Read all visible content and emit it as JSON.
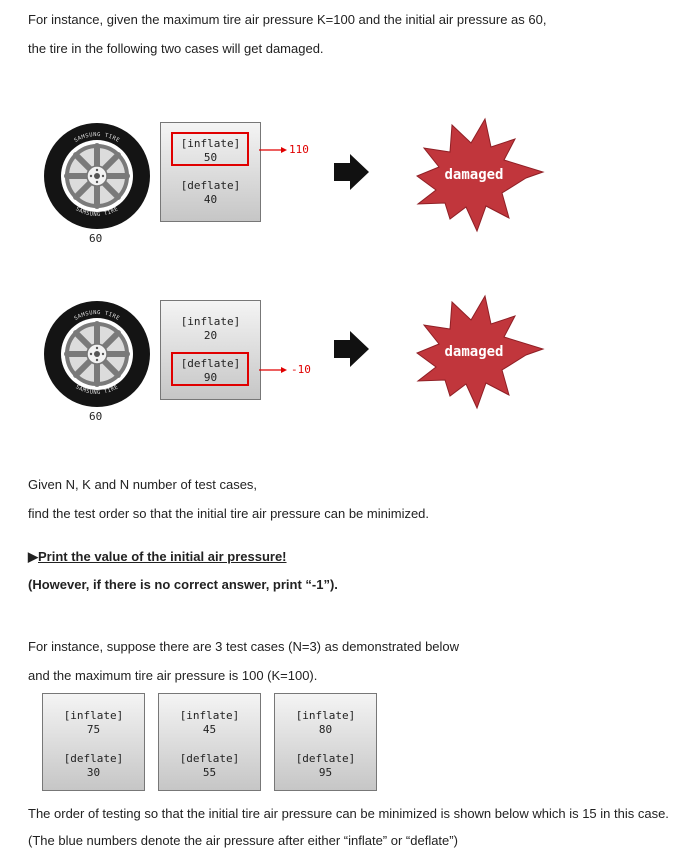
{
  "intro": {
    "line1": "For instance, given the maximum tire air pressure K=100 and the initial air pressure as 60,",
    "line2": "the tire in the following two cases will get damaged."
  },
  "tire_brand": "SAMSUNG TIRE",
  "case1": {
    "tire_value": "60",
    "inflate_label": "[inflate]",
    "inflate_value": "50",
    "deflate_label": "[deflate]",
    "deflate_value": "40",
    "result_value": "110",
    "badge": "damaged"
  },
  "case2": {
    "tire_value": "60",
    "inflate_label": "[inflate]",
    "inflate_value": "20",
    "deflate_label": "[deflate]",
    "deflate_value": "90",
    "result_value": "-10",
    "badge": "damaged"
  },
  "task": {
    "line1": "Given N, K and N number of test cases,",
    "line2": "find the test order so that the initial tire air pressure can be minimized.",
    "print_marker": "▶",
    "print_instruction": "Print the value of the initial air pressure!",
    "no_answer": "(However, if there is no correct answer, print “-1”)."
  },
  "example": {
    "line1": "For instance, suppose there are 3 test cases (N=3) as demonstrated below",
    "line2": "and the maximum tire air pressure is 100 (K=100).",
    "cards": [
      {
        "inflate_label": "[inflate]",
        "inflate_value": "75",
        "deflate_label": "[deflate]",
        "deflate_value": "30"
      },
      {
        "inflate_label": "[inflate]",
        "inflate_value": "45",
        "deflate_label": "[deflate]",
        "deflate_value": "55"
      },
      {
        "inflate_label": "[inflate]",
        "inflate_value": "80",
        "deflate_label": "[deflate]",
        "deflate_value": "95"
      }
    ],
    "line3": "The order of testing so that the initial tire air pressure can be minimized is shown below which is 15 in this case.",
    "line4": "(The blue numbers denote the air pressure after either “inflate” or “deflate”)"
  },
  "colors": {
    "highlight": "#e00000",
    "badge_fill": "#c1363c",
    "text": "#222222"
  }
}
